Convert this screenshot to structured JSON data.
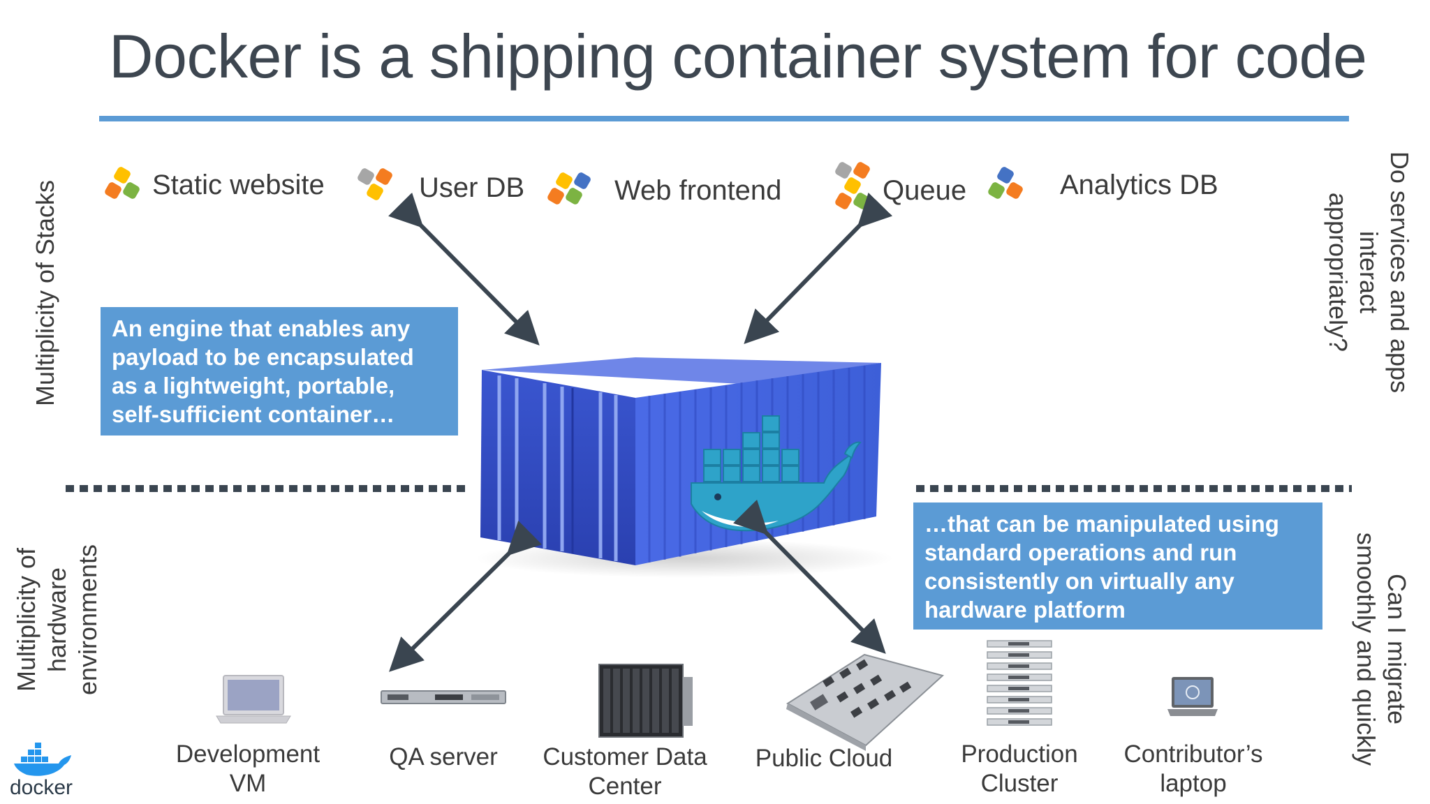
{
  "title": "Docker is a shipping container system for code",
  "stacks": [
    {
      "label": "Static website",
      "hexes": [
        "#ffc000",
        "#f47c20",
        "#7cb342"
      ]
    },
    {
      "label": "User DB",
      "hexes": [
        "#a6a6a6",
        "#f47c20",
        "#ffc000"
      ]
    },
    {
      "label": "Web frontend",
      "hexes": [
        "#ffc000",
        "#4472c4",
        "#f47c20",
        "#7cb342"
      ]
    },
    {
      "label": "Queue",
      "hexes": [
        "#a6a6a6",
        "#f47c20",
        "#ffc000",
        "#f47c20",
        "#7cb342"
      ]
    },
    {
      "label": "Analytics DB",
      "hexes": [
        "#4472c4",
        "#7cb342",
        "#f47c20"
      ]
    }
  ],
  "side_labels": {
    "stacks": "Multiplicity of Stacks",
    "hardware": [
      "Multiplicity of",
      "hardware",
      "environments"
    ],
    "services": [
      "Do services and apps",
      "interact",
      "appropriately?"
    ],
    "migrate": [
      "Can I migrate",
      "smoothly and quickly"
    ]
  },
  "callouts": {
    "engine": [
      "An engine that enables any",
      "payload to be encapsulated",
      "as a lightweight, portable,",
      "self-sufficient  container…"
    ],
    "manipulated": [
      "…that  can be manipulated using",
      "standard operations and run",
      "consistently on virtually any",
      "hardware platform"
    ]
  },
  "hardware": [
    {
      "label": [
        "Development",
        "VM"
      ]
    },
    {
      "label": [
        "QA server"
      ]
    },
    {
      "label": [
        "Customer Data",
        "Center"
      ]
    },
    {
      "label": [
        "Public Cloud"
      ]
    },
    {
      "label": [
        "Production",
        "Cluster"
      ]
    },
    {
      "label": [
        "Contributor’s",
        "laptop"
      ]
    }
  ],
  "logo": {
    "text": "docker"
  },
  "colors": {
    "accent": "#5b9bd5",
    "container": "#3d5fd8",
    "arrow": "#3a4550",
    "title": "#3d4650"
  }
}
